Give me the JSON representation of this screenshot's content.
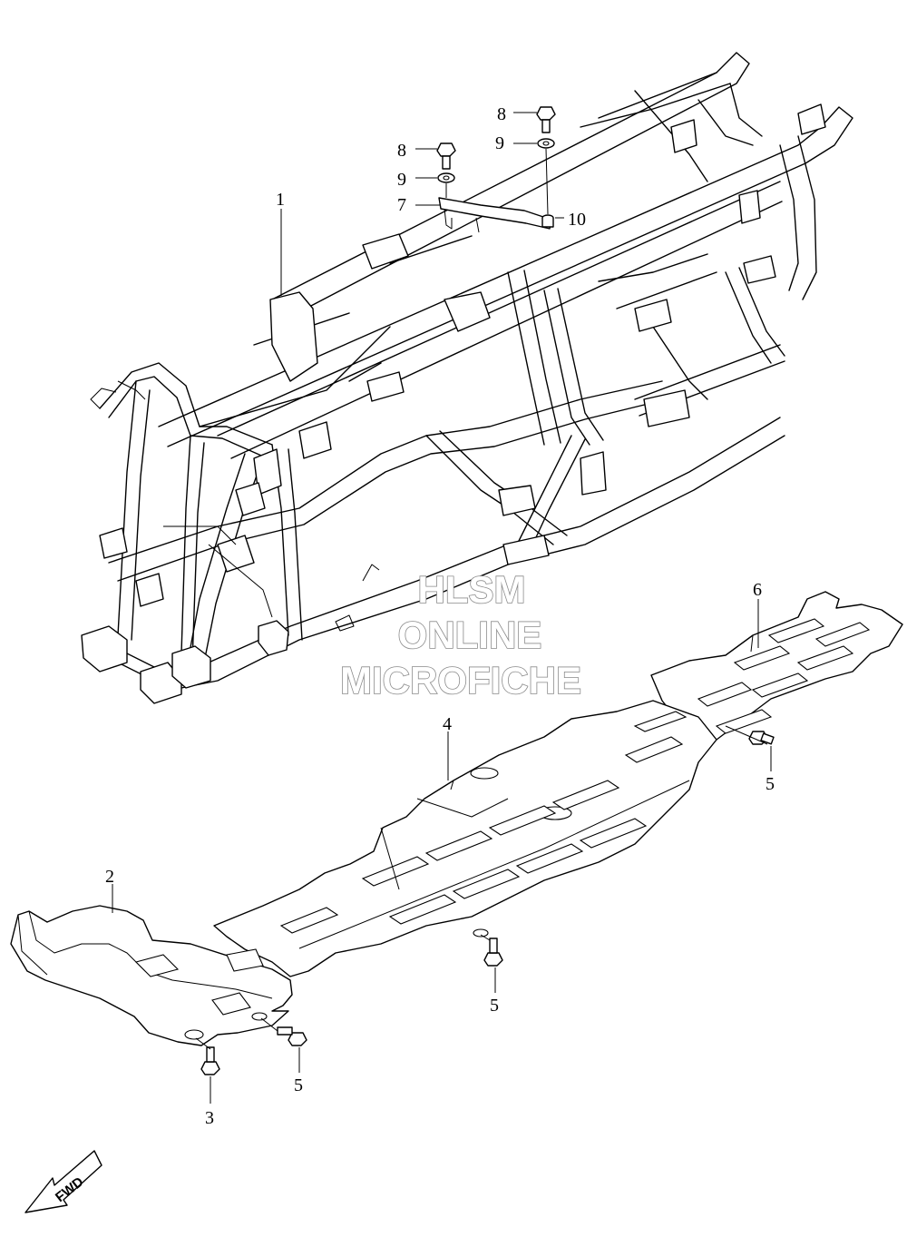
{
  "callouts": {
    "c1": "1",
    "c2": "2",
    "c3": "3",
    "c4": "4",
    "c5a": "5",
    "c5b": "5",
    "c5c": "5",
    "c6": "6",
    "c7": "7",
    "c8a": "8",
    "c8b": "8",
    "c9a": "9",
    "c9b": "9",
    "c10": "10"
  },
  "watermark": {
    "line1": "HLSM",
    "line2": "ONLINE",
    "line3": "MICROFICHE"
  },
  "fwd_label": "FWD",
  "icons": {
    "fwd": "fwd-arrow-icon",
    "bolt": "bolt-icon",
    "washer": "washer-icon"
  },
  "colors": {
    "line": "#000000",
    "watermark_outline": "#8a8a8a",
    "background": "#ffffff"
  }
}
